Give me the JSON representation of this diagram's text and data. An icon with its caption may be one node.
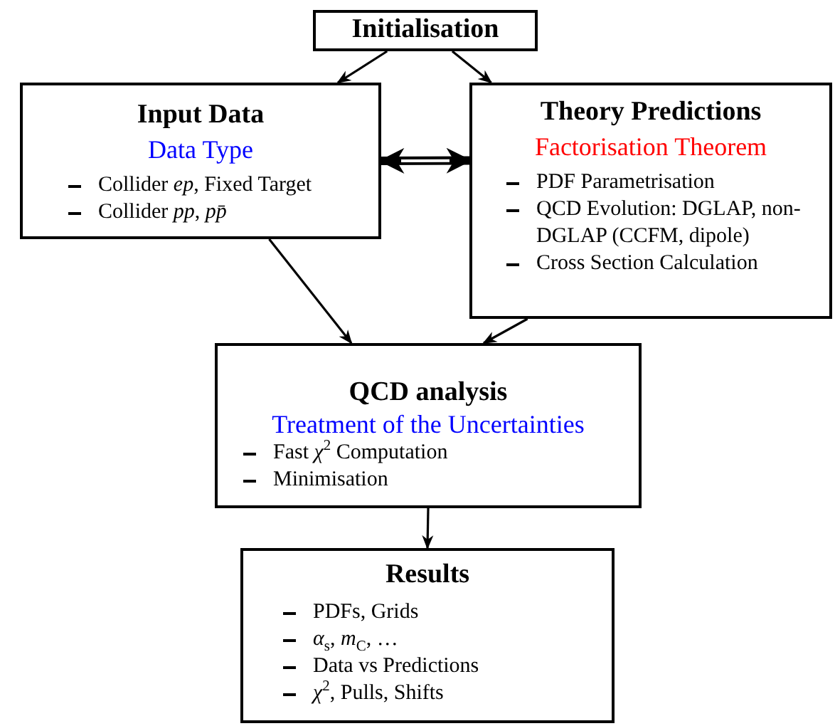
{
  "diagram": {
    "nodes": [
      {
        "text": [
          "Initialisation"
        ]
      },
      {
        "text": [
          "Input Data",
          "Data Type",
          "Collider *ep*, Fixed Target",
          "Collider *pp*, *pp̄*"
        ]
      },
      {
        "text": [
          "Theory Predictions",
          "Factorisation Theorem",
          "PDF Parametrisation",
          "QCD Evolution: DGLAP, non-DGLAP (CCFM, dipole)",
          "Cross Section Calculation"
        ]
      },
      {
        "text": [
          "QCD analysis",
          "Treatment of the Uncertainties",
          "Fast *χ*$^{2}$ Computation",
          "Minimisation"
        ]
      },
      {
        "text": [
          "Results",
          "PDFs, Grids",
          "*α*$_{s}$, *m*$_{C}$, …",
          "Data vs Predictions",
          "*χ*$^{2}$, Pulls, Shifts"
        ]
      }
    ],
    "edges": [
      {
        "from": 0,
        "to": 1,
        "arrow": "to"
      },
      {
        "from": 0,
        "to": 2,
        "arrow": "to"
      },
      {
        "from": 1,
        "to": 2,
        "arrow": "both",
        "style": "thick"
      },
      {
        "from": 1,
        "to": 3,
        "arrow": "to"
      },
      {
        "from": 2,
        "to": 3,
        "arrow": "to"
      },
      {
        "from": 3,
        "to": 4,
        "arrow": "to"
      }
    ]
  }
}
